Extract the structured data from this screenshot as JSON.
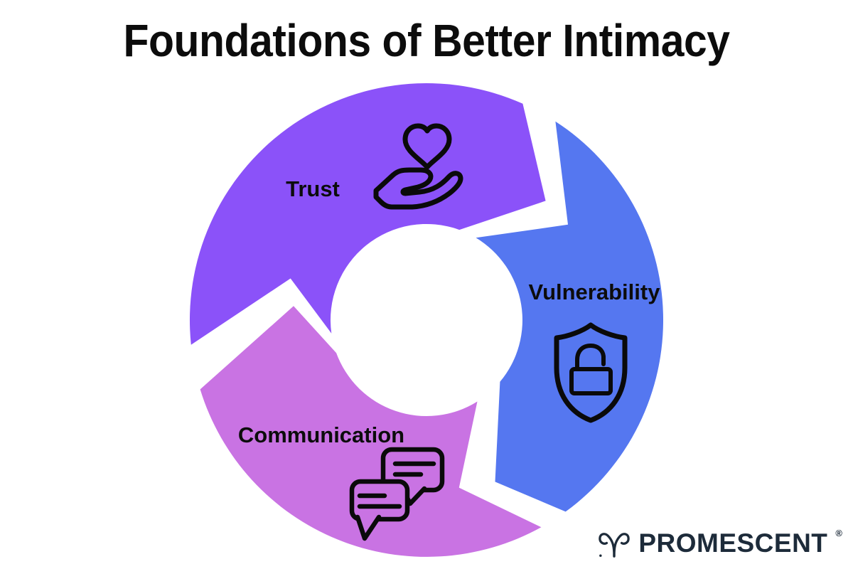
{
  "title": "Foundations of Better Intimacy",
  "text_color": "#0c0c0c",
  "diagram": {
    "type": "cycle",
    "flow_direction": "clockwise",
    "segments": [
      {
        "id": "trust",
        "label": "Trust",
        "color": "#8b52f9",
        "icon": "hand-holding-heart-icon"
      },
      {
        "id": "vulnerability",
        "label": "Vulnerability",
        "color": "#5577f0",
        "icon": "shield-unlock-icon"
      },
      {
        "id": "communication",
        "label": "Communication",
        "color": "#c973e3",
        "icon": "chat-bubbles-icon"
      }
    ],
    "icon_color": "#0a0a0a",
    "label_color": "#0c0c0c"
  },
  "branding": {
    "logo_symbol": "ram-horns-icon",
    "logo_text": "PROMESCENT",
    "registered_mark": "®",
    "logo_color": "#1d2b3a"
  }
}
